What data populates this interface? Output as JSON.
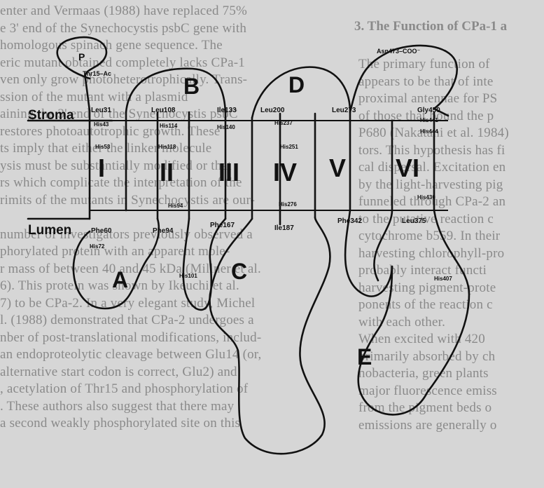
{
  "background_text": {
    "left_lines": [
      "enter and Vermaas (1988) have replaced 75%",
      "e 3' end of the Synechocystis psbC gene with",
      "homologous spinach gene sequence. The",
      "eric mutant obtained completely lacks CPa-1",
      "ven only grow photoheterotrophically. Trans-",
      "ssion of the mutant with a plasmid",
      "aining the 3' end of the Synechocystis psbC",
      "restores photoautotrophic growth. These",
      "ts imply that either the linker molecule",
      "ysis must be substantially modified or that",
      "rs which complicate the interpretation of the",
      "rimits of the mutants in Synechocystis are our-",
      "",
      "number of investigators previously observed a",
      "phorylated protein with an apparent mole-",
      "r mass of between 40 and 45 kDa (Millner et al.",
      "6). This protein was shown by Ikeuchi et al.",
      "7) to be CPa-2. In a very elegant study, Michel",
      "l. (1988) demonstrated that CPa-2 undergoes a",
      "nber of post-translational modifications, includ-",
      "an endoproteolytic cleavage between Glu14 (or,",
      "alternative start codon is correct, Glu2) and",
      ", acetylation of Thr15 and phosphorylation of",
      ". These authors also suggest that there may",
      "a second weakly phosphorylated site on this"
    ],
    "right_heading": "3. The Function of CPa-1 a",
    "right_lines": [
      "The primary function of",
      "appears to be that of inte",
      "proximal antennae for PS",
      "of those that bound the p",
      "P680 (Nakatani et al. 1984)",
      "tors. This hypothesis has fi",
      "cal dispersal. Excitation en",
      "by the light-harvesting pig",
      "funneled through CPa-2 an",
      "to the putative reaction c",
      "cytochrome b559. In their",
      "harvesting chlorophyll-pro",
      "probably interact functi",
      "harvesting pigment-prote",
      "ponents of the reaction c",
      "with each other.",
      "When excited with 420",
      "primarily absorbed by ch",
      "nobacteria, green plants",
      "major fluorescence emiss",
      "from the pigment beds o",
      "emissions are generally o"
    ]
  },
  "diagram": {
    "side_labels": {
      "stroma": "Stroma",
      "lumen": "Lumen"
    },
    "helices": [
      "I",
      "II",
      "III",
      "IV",
      "V",
      "VI"
    ],
    "loop_labels": [
      "A",
      "B",
      "C",
      "D",
      "E"
    ],
    "residues": {
      "phospho": "P",
      "thr_ac": "Thr15–Ac",
      "leu_1_top": "Leu31",
      "his_1a": "His43",
      "his_1b": "His53",
      "leu_2_top": "Leu108",
      "his_2a": "His114",
      "his_2b": "His118",
      "ile_3_top": "Ile133",
      "his_3": "His140",
      "leu_4_top": "Leu200",
      "his_4a": "His237",
      "his_4b": "His251",
      "leu_5_top": "Leu273",
      "asn_coo": "Asn473–COO⁻",
      "gly_top": "Gly450",
      "his_6a": "His441",
      "his_6b": "His444",
      "his_6c": "His430",
      "his_4c": "His276",
      "his_2c": "His94",
      "phe_1": "Phe60",
      "his_a": "His72",
      "phe_2": "Phe94",
      "his_b": "His101",
      "phe_3": "Phe167",
      "ile_4": "Ile187",
      "phe_5": "Phe342",
      "leu_6": "Leu375",
      "his_e": "His407"
    }
  },
  "colors": {
    "ink": "#111111",
    "paper": "#d6d6d6",
    "faded_text": "#8a8a8a"
  }
}
